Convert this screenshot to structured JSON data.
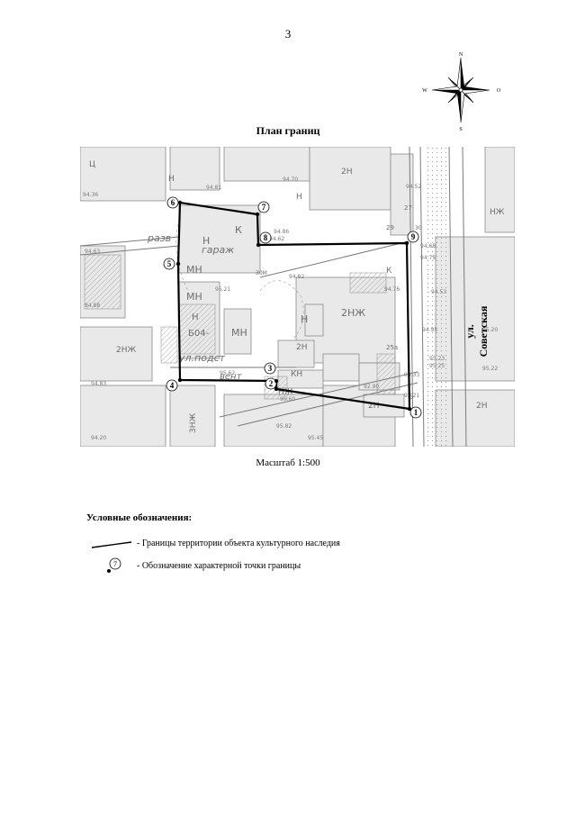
{
  "page_number": "3",
  "compass": {
    "n": "N",
    "s": "S",
    "w": "W",
    "e": "O"
  },
  "title": "План границ",
  "scale": "Масштаб 1:500",
  "street": "ул. Советская",
  "legend": {
    "title": "Условные обозначения:",
    "boundary": "- Границы территории объекта культурного наследия",
    "point_number": "7",
    "point": "- Обозначение характерной точки границы"
  },
  "map": {
    "points": [
      {
        "id": "1"
      },
      {
        "id": "2"
      },
      {
        "id": "3"
      },
      {
        "id": "4"
      },
      {
        "id": "5"
      },
      {
        "id": "6"
      },
      {
        "id": "7"
      },
      {
        "id": "8"
      },
      {
        "id": "9"
      }
    ],
    "building_labels": [
      "2Н",
      "2НЖ",
      "К",
      "Н",
      "МН",
      "НЖ",
      "КН",
      "2Н",
      "Ц",
      "НЖ",
      "2НЖ",
      "3НЖ",
      "2Н",
      "Н",
      "2Н",
      "МН",
      "МН",
      "Н",
      "Б04-",
      "Н",
      "К",
      "Н"
    ],
    "annotations": [
      "разв",
      "гараж",
      "ул.подст",
      "вент",
      "З0М",
      "25а",
      "29",
      "27",
      "30",
      "Б"
    ],
    "elevations": [
      "94.81",
      "94.70",
      "94.52",
      "94.36",
      "94.86",
      "94.68",
      "94.75",
      "94.82",
      "95.21",
      "94.63",
      "94.88",
      "94.76",
      "94.53",
      "94.95",
      "95.20",
      "95.22",
      "95.25",
      "95.33",
      "95.21",
      "95.60",
      "94.83",
      "94.20",
      "95.62",
      "95.45",
      "94.62",
      "95.23",
      "92.90",
      "95.82"
    ]
  }
}
